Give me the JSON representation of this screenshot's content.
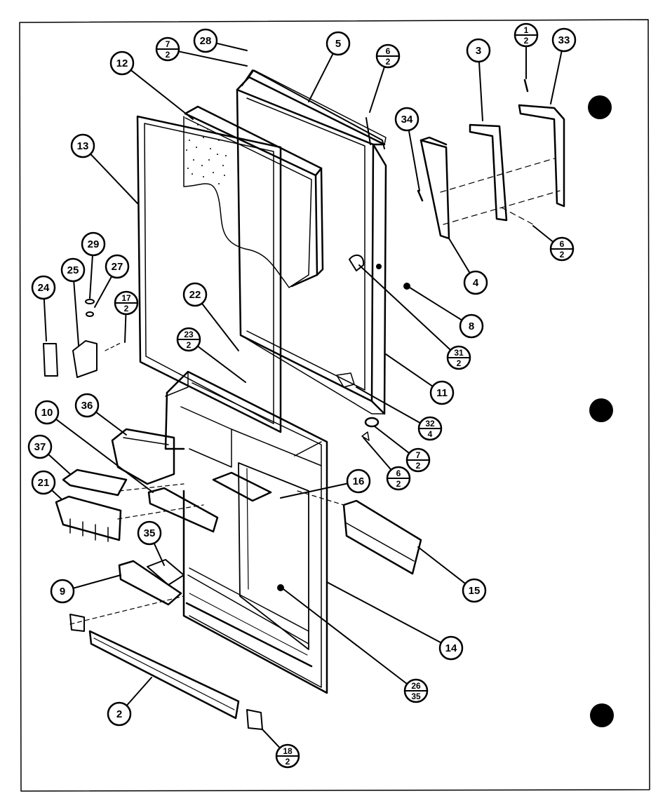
{
  "diagram": {
    "callouts": [
      {
        "id": "c28",
        "label": "28"
      },
      {
        "id": "c12",
        "label": "12"
      },
      {
        "id": "c5",
        "label": "5"
      },
      {
        "id": "c3",
        "label": "3"
      },
      {
        "id": "c33",
        "label": "33"
      },
      {
        "id": "c13",
        "label": "13"
      },
      {
        "id": "c34",
        "label": "34"
      },
      {
        "id": "c29",
        "label": "29"
      },
      {
        "id": "c25",
        "label": "25"
      },
      {
        "id": "c27",
        "label": "27"
      },
      {
        "id": "c24",
        "label": "24"
      },
      {
        "id": "c22",
        "label": "22"
      },
      {
        "id": "c4",
        "label": "4"
      },
      {
        "id": "c8",
        "label": "8"
      },
      {
        "id": "c11",
        "label": "11"
      },
      {
        "id": "c36",
        "label": "36"
      },
      {
        "id": "c10",
        "label": "10"
      },
      {
        "id": "c37",
        "label": "37"
      },
      {
        "id": "c21",
        "label": "21"
      },
      {
        "id": "c16",
        "label": "16"
      },
      {
        "id": "c35",
        "label": "35"
      },
      {
        "id": "c9",
        "label": "9"
      },
      {
        "id": "c15",
        "label": "15"
      },
      {
        "id": "c14",
        "label": "14"
      },
      {
        "id": "c2",
        "label": "2"
      }
    ],
    "fraction_callouts": [
      {
        "id": "f7_2a",
        "top": "7",
        "bottom": "2"
      },
      {
        "id": "f6_2a",
        "top": "6",
        "bottom": "2"
      },
      {
        "id": "f1_2",
        "top": "1",
        "bottom": "2"
      },
      {
        "id": "f17_2",
        "top": "17",
        "bottom": "2"
      },
      {
        "id": "f23_2",
        "top": "23",
        "bottom": "2"
      },
      {
        "id": "f6_2b",
        "top": "6",
        "bottom": "2"
      },
      {
        "id": "f31_2",
        "top": "31",
        "bottom": "2"
      },
      {
        "id": "f32_4",
        "top": "32",
        "bottom": "4"
      },
      {
        "id": "f7_2b",
        "top": "7",
        "bottom": "2"
      },
      {
        "id": "f6_2c",
        "top": "6",
        "bottom": "2"
      },
      {
        "id": "f26_35",
        "top": "26",
        "bottom": "35"
      },
      {
        "id": "f18_2",
        "top": "18",
        "bottom": "2"
      }
    ]
  }
}
